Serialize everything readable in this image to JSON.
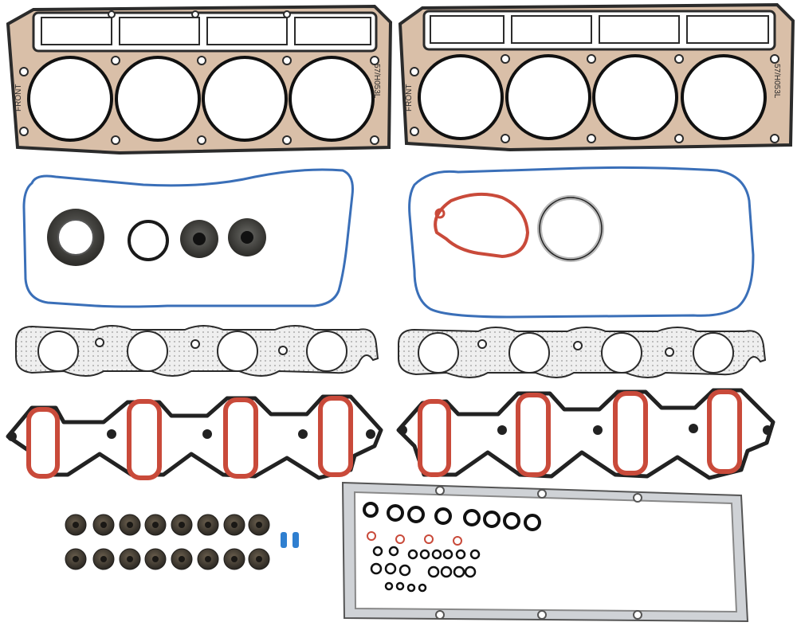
{
  "head_gasket_left": {
    "part_number": "57/H053L",
    "front_mark": "FRONT"
  },
  "head_gasket_right": {
    "part_number": "57/H053L",
    "front_mark": "FRONT"
  },
  "colors": {
    "background": "#ffffff",
    "mls_steel": "#2b2b2b",
    "bead_fill": "#d9bfa8",
    "valve_cover_seal": "#3a6fb8",
    "intake_seal": "#c94a3a",
    "intake_carrier": "#222222",
    "exhaust_gasket": "#eeeeee",
    "oil_pan_gasket": "#cfd2d6",
    "valve_stem_seal": "#3d3a35",
    "alignment_dowel": "#2f7fd0"
  }
}
